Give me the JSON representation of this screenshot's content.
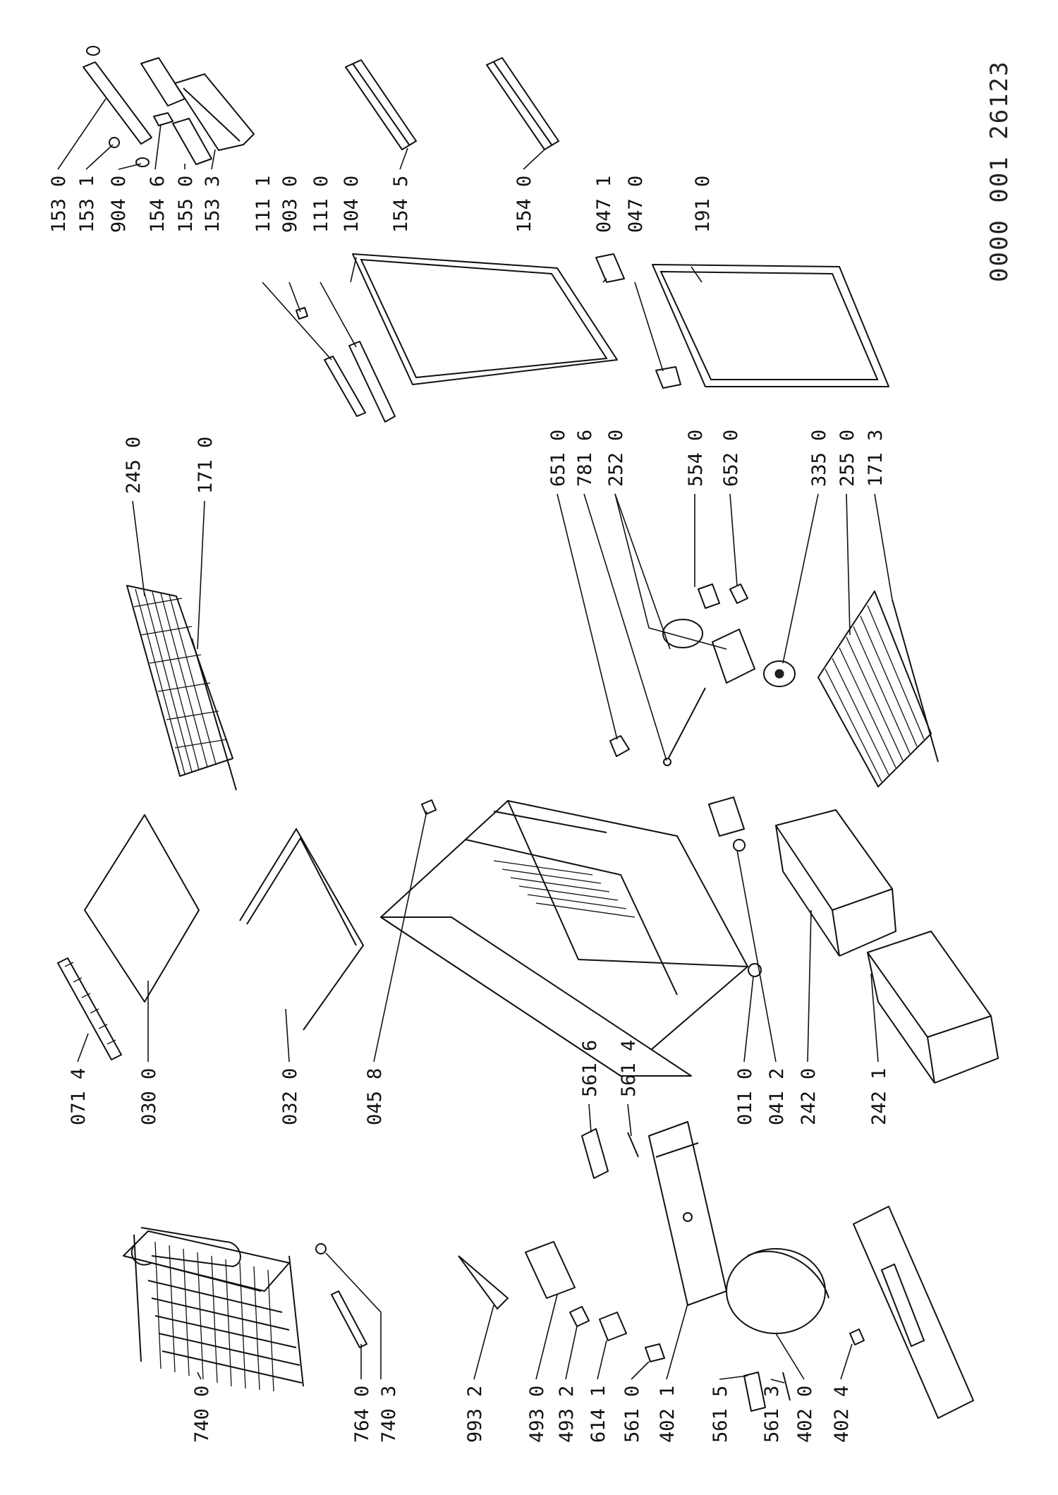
{
  "document_id": "0000 001 26123",
  "parts": {
    "p_153_0": "153 0",
    "p_153_1": "153 1",
    "p_904_0": "904 0",
    "p_154_6": "154 6",
    "p_155_0": "155 0",
    "p_153_3": "153 3",
    "p_154_5": "154 5",
    "p_154_0": "154 0",
    "p_111_1": "111 1",
    "p_903_0": "903 0",
    "p_111_0": "111 0",
    "p_104_0": "104 0",
    "p_047_1": "047 1",
    "p_047_0": "047 0",
    "p_191_0": "191 0",
    "p_245_0": "245 0",
    "p_171_0": "171 0",
    "p_651_0": "651 0",
    "p_781_6": "781 6",
    "p_252_0": "252 0",
    "p_554_0": "554 0",
    "p_652_0": "652 0",
    "p_335_0": "335 0",
    "p_255_0": "255 0",
    "p_171_3": "171 3",
    "p_071_4": "071 4",
    "p_030_0": "030 0",
    "p_032_0": "032 0",
    "p_045_8": "045 8",
    "p_011_0": "011 0",
    "p_041_2": "041 2",
    "p_242_0": "242 0",
    "p_242_1": "242 1",
    "p_740_0": "740 0",
    "p_764_0": "764 0",
    "p_740_3": "740 3",
    "p_993_2": "993 2",
    "p_493_0": "493 0",
    "p_493_2": "493 2",
    "p_614_1": "614 1",
    "p_561_0": "561 0",
    "p_402_1": "402 1",
    "p_561_5": "561 5",
    "p_561_3": "561 3",
    "p_402_0": "402 0",
    "p_402_4": "402 4",
    "p_561_6": "561 6",
    "p_561_4": "561 4"
  }
}
